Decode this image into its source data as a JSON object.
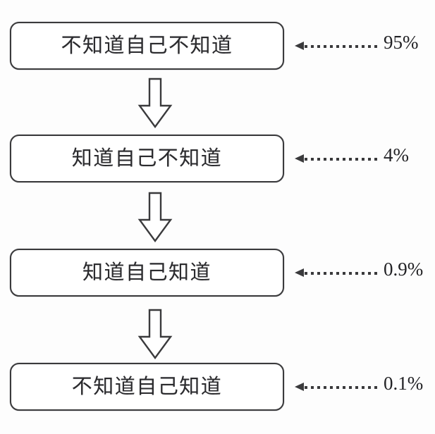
{
  "diagram": {
    "type": "flowchart",
    "title": "",
    "orientation": "vertical-top-to-bottom",
    "background_color": "#fdfdfd",
    "box_border_color": "#3a3a3c",
    "text_color": "#2b2b2e",
    "arrow_color": "#3a3a3c",
    "stages": [
      {
        "id": "stage-1",
        "label": "不知道自己不知道",
        "percent": "95%",
        "connector_icon": "dotted-left-arrow-icon"
      },
      {
        "id": "stage-2",
        "label": "知道自己不知道",
        "percent": "4%",
        "connector_icon": "dotted-left-arrow-icon"
      },
      {
        "id": "stage-3",
        "label": "知道自己知道",
        "percent": "0.9%",
        "connector_icon": "dotted-left-arrow-icon"
      },
      {
        "id": "stage-4",
        "label": "不知道自己知道",
        "percent": "0.1%",
        "connector_icon": "dotted-left-arrow-icon"
      }
    ],
    "flow_arrows": [
      {
        "id": "flow-arrow-1",
        "icon": "hollow-down-arrow-icon",
        "from": "stage-1",
        "to": "stage-2"
      },
      {
        "id": "flow-arrow-2",
        "icon": "hollow-down-arrow-icon",
        "from": "stage-2",
        "to": "stage-3"
      },
      {
        "id": "flow-arrow-3",
        "icon": "hollow-down-arrow-icon",
        "from": "stage-3",
        "to": "stage-4"
      }
    ]
  },
  "chart_data": {
    "type": "bar",
    "title": "",
    "xlabel": "",
    "ylabel": "",
    "categories": [
      "不知道自己不知道",
      "知道自己不知道",
      "知道自己知道",
      "不知道自己知道"
    ],
    "values": [
      95,
      4,
      0.9,
      0.1
    ],
    "value_labels": [
      "95%",
      "4%",
      "0.9%",
      "0.1%"
    ],
    "unit": "%",
    "ylim": [
      0,
      100
    ],
    "grid": false,
    "legend": "none"
  }
}
